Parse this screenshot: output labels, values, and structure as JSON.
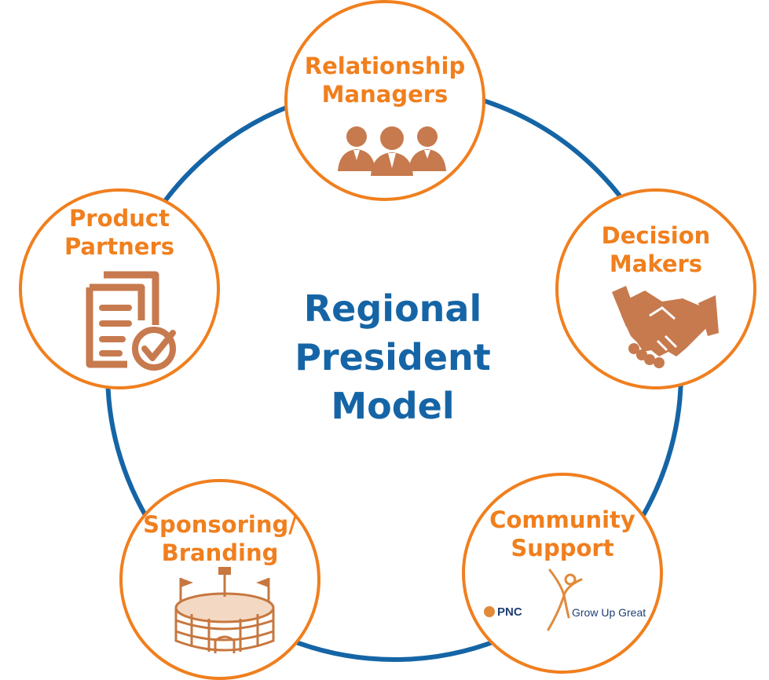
{
  "diagram": {
    "center_title": [
      "Regional",
      "President",
      "Model"
    ],
    "colors": {
      "ring": "#1565a6",
      "node_border": "#f07f1e",
      "node_text": "#f07f1e",
      "icon": "#c77a4e",
      "center_text": "#1565a6"
    },
    "nodes": [
      {
        "id": "relationship-managers",
        "title": [
          "Relationship",
          "Managers"
        ],
        "icon": "people-group-icon"
      },
      {
        "id": "decision-makers",
        "title": [
          "Decision",
          "Makers"
        ],
        "icon": "handshake-icon"
      },
      {
        "id": "community-support",
        "title": [
          "Community",
          "Support"
        ],
        "icon": "pnc-grow-up-great-logo",
        "logo_text": {
          "left": "PNC",
          "right": "Grow Up Great"
        }
      },
      {
        "id": "sponsoring-branding",
        "title": [
          "Sponsoring/",
          "Branding"
        ],
        "icon": "stadium-icon"
      },
      {
        "id": "product-partners",
        "title": [
          "Product",
          "Partners"
        ],
        "icon": "document-checkmark-icon"
      }
    ]
  }
}
